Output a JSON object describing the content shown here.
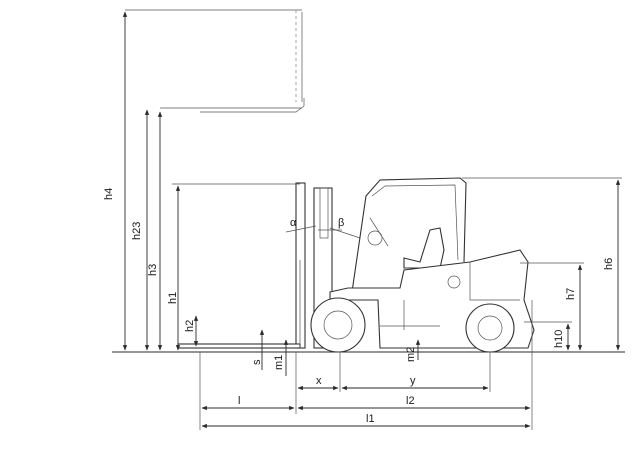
{
  "diagram": {
    "labels": {
      "h4": "h4",
      "h23": "h23",
      "h3": "h3",
      "h1": "h1",
      "h2": "h2",
      "s": "s",
      "m1": "m1",
      "m2": "m2",
      "alpha": "α",
      "beta": "β",
      "h6": "h6",
      "h7": "h7",
      "h10": "h10",
      "x": "x",
      "y": "y",
      "l": "l",
      "l2": "l2",
      "l1": "l1"
    }
  }
}
